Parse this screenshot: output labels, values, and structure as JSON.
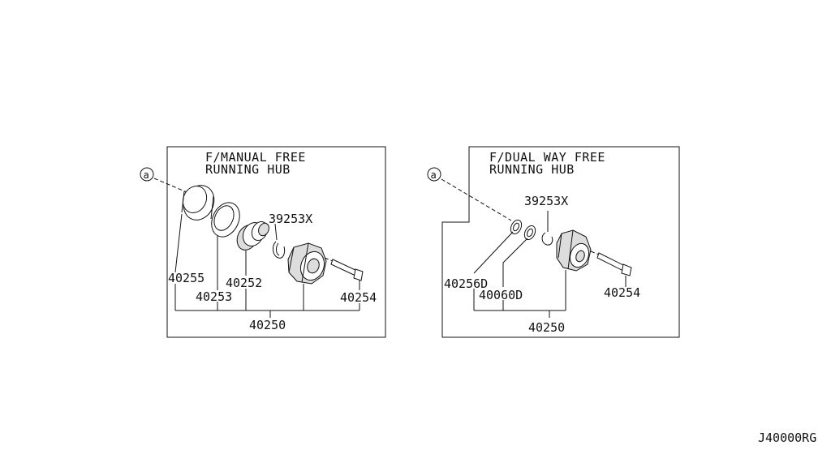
{
  "diagram_code": "J40000RG",
  "left_panel": {
    "title_line1": "F/MANUAL FREE",
    "title_line2": "RUNNING HUB",
    "ref_marker": "a",
    "parts": {
      "p40255": "40255",
      "p40253": "40253",
      "p40252": "40252",
      "p39253x": "39253X",
      "p40254": "40254",
      "p40250": "40250"
    }
  },
  "right_panel": {
    "title_line1": "F/DUAL WAY FREE",
    "title_line2": "RUNNING HUB",
    "ref_marker": "a",
    "parts": {
      "p39253x": "39253X",
      "p40256d": "40256D",
      "p40060d": "40060D",
      "p40254": "40254",
      "p40250": "40250"
    }
  }
}
